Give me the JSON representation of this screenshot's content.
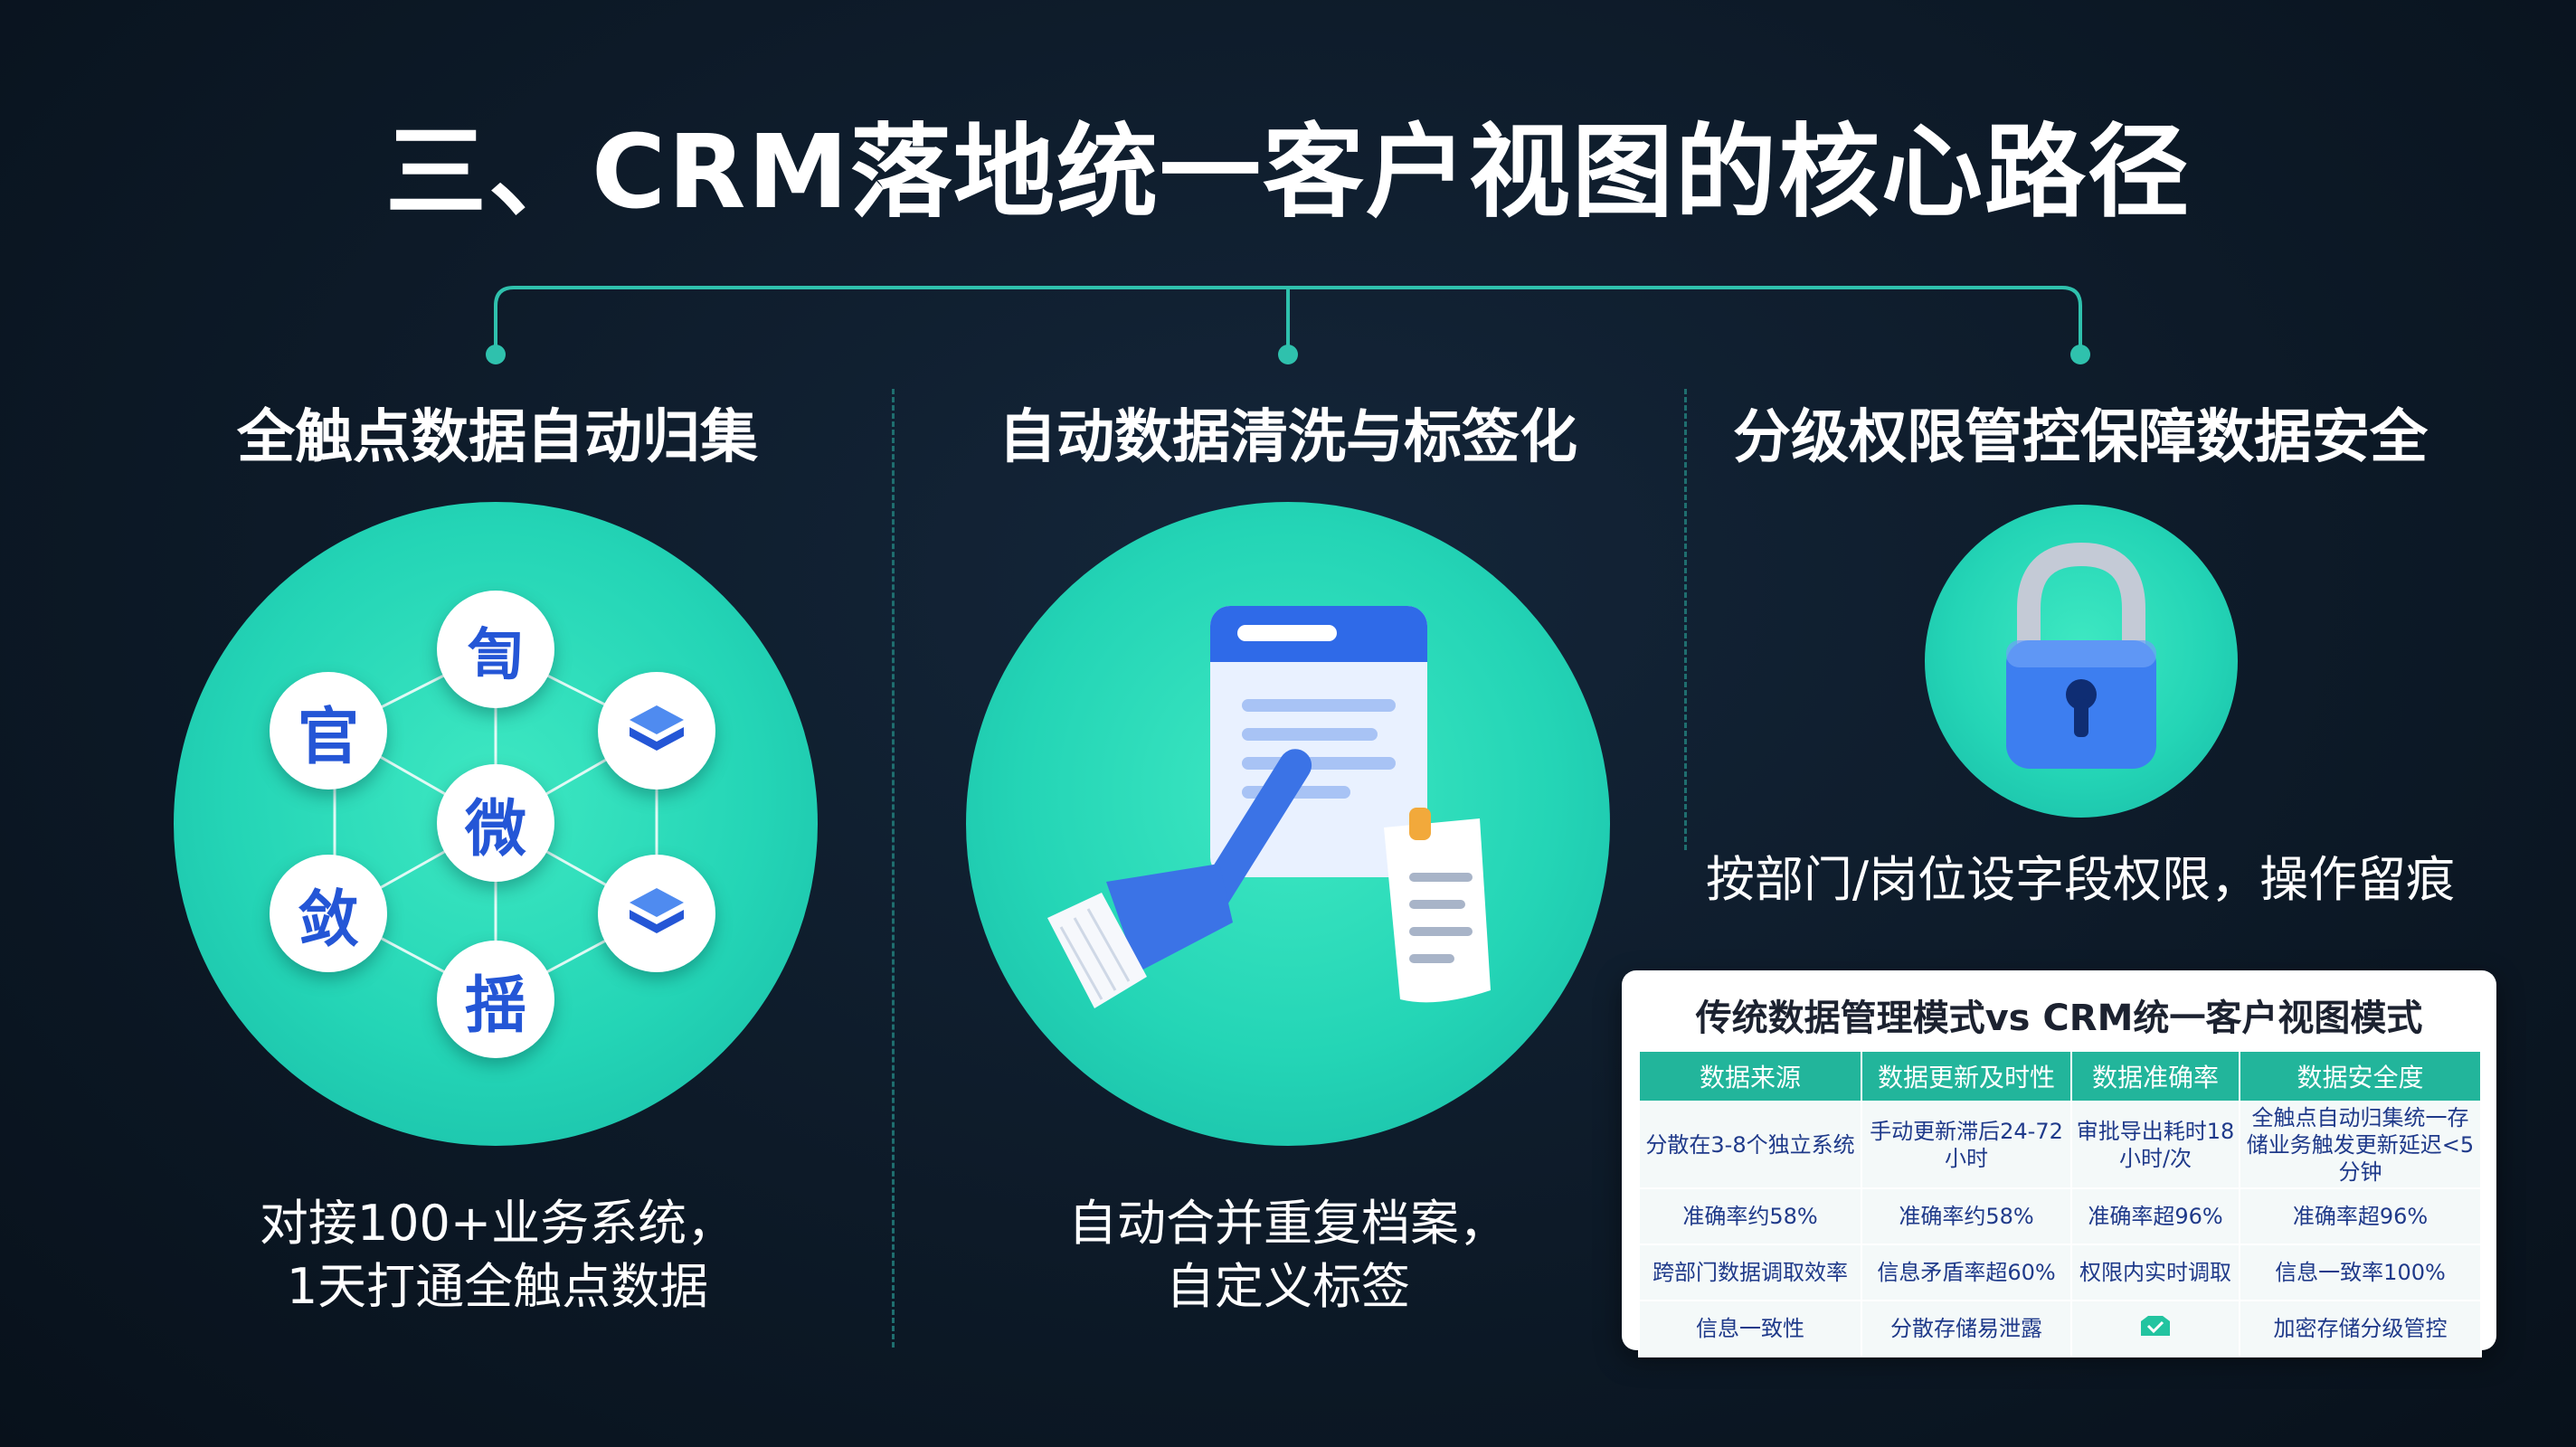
{
  "title": "三、CRM落地统一客户视图的核心路径",
  "colors": {
    "accent": "#24d5b6",
    "connector": "#2fc1ad",
    "background": "#0d1a28",
    "icon_blue": "#2456d6"
  },
  "columns": [
    {
      "title": "全触点数据自动归集",
      "nodes": [
        "官",
        "微",
        "敛",
        "揺"
      ],
      "icons": [
        "stack-layers-icon",
        "stack-layers-icon"
      ],
      "caption_lines": [
        "对接100+业务系统，",
        "1天打通全触点数据"
      ]
    },
    {
      "title": "自动数据清洗与标签化",
      "icons": [
        "document-icon",
        "brush-icon",
        "tag-note-icon"
      ],
      "caption_lines": [
        "自动合并重复档案，",
        "自定义标签"
      ]
    },
    {
      "title": "分级权限管控保障数据安全",
      "icons": [
        "padlock-icon"
      ],
      "caption_lines": [
        "按部门/岗位设字段权限，操作留痕"
      ]
    }
  ],
  "comparison": {
    "title": "传统数据管理模式vs CRM统一客户视图模式",
    "headers": [
      "数据来源",
      "数据更新及时性",
      "数据准确率",
      "数据安全度"
    ],
    "rows": [
      [
        "分散在3-8个独立系统",
        "手动更新滞后24-72小时",
        "审批导出耗时18小时/次",
        "全触点自动归集统一存储业务触发更新延迟<5分钟"
      ],
      [
        "准确率约58%",
        "准确率约58%",
        "准确率超96%",
        "准确率超96%"
      ],
      [
        "跨部门数据调取效率",
        "信息矛盾率超60%",
        "权限内实时调取",
        "信息一致率100%"
      ],
      [
        "信息一致性",
        "分散存储易泄露",
        "",
        "加密存储分级管控"
      ]
    ],
    "cell_icon": "shield-check-icon"
  }
}
